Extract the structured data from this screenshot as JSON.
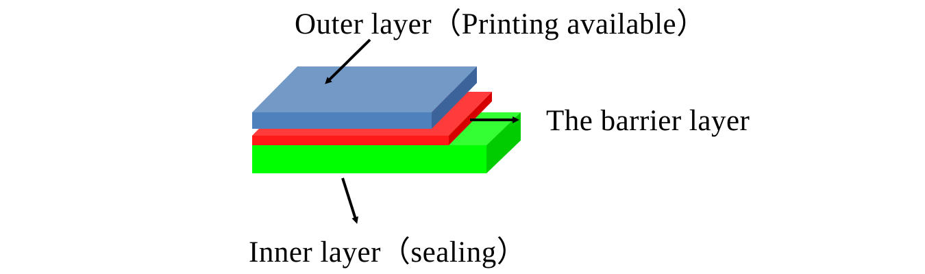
{
  "labels": {
    "outer": "Outer layer（Printing available）",
    "barrier": "The barrier layer",
    "inner": "Inner layer（sealing）"
  },
  "colors": {
    "outer_top": "#7399c6",
    "outer_front": "#4f81bd",
    "outer_side": "#3c649a",
    "barrier_top": "#ff3b3b",
    "barrier_front": "#ff1a1a",
    "barrier_side": "#d60000",
    "inner_top": "#33ff33",
    "inner_front": "#00ff00",
    "inner_side": "#00cc00",
    "arrow": "#000000",
    "background": "#ffffff"
  }
}
